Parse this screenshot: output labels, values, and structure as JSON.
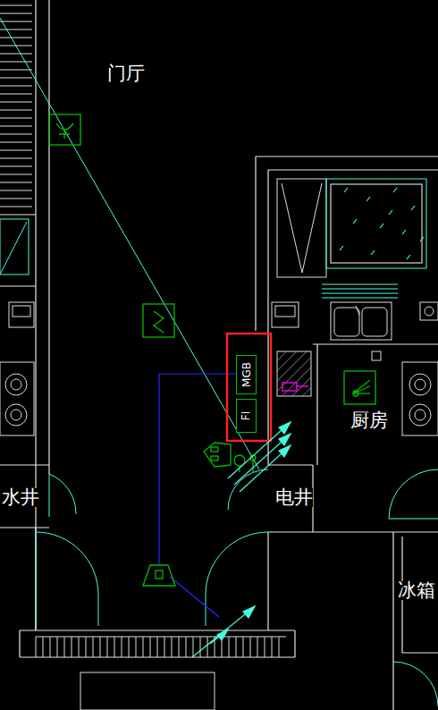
{
  "diagram": {
    "nodes": [
      {
        "text": [
          "MGB"
        ]
      },
      {
        "text": [
          "FI"
        ]
      }
    ],
    "labels": [
      "门厅",
      "厨房",
      "水井",
      "电井",
      "冰箱"
    ]
  }
}
